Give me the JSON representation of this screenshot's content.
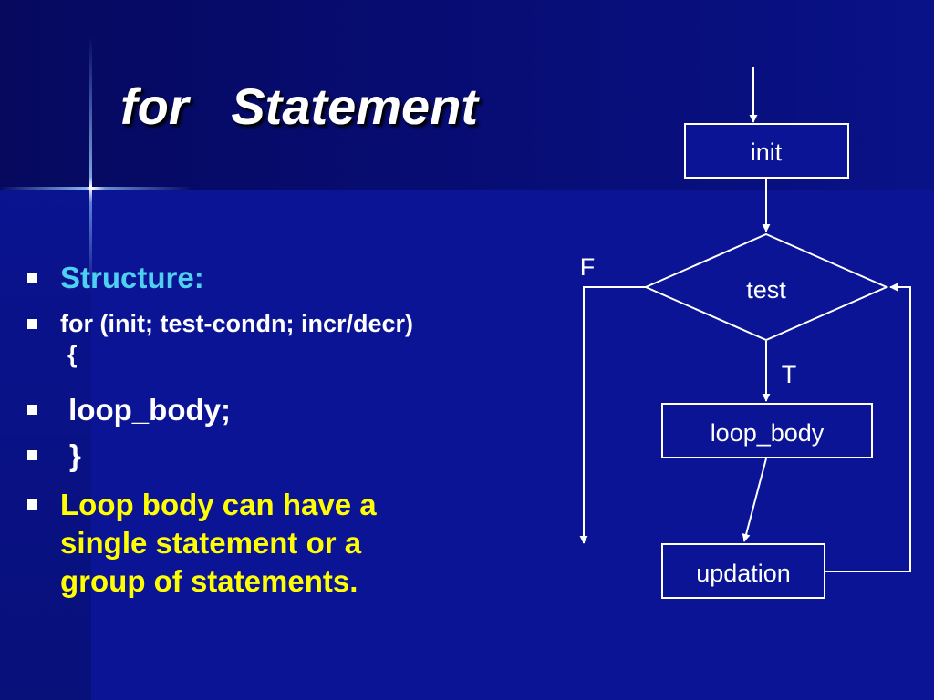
{
  "slide": {
    "title": "for   Statement",
    "bullets": [
      {
        "text": "Structure:",
        "color": "#4fd0f0"
      },
      {
        "text": "for (init; test-condn; incr/decr)",
        "color": "#ffffff"
      },
      {
        "text": "{",
        "color": "#ffffff"
      },
      {
        "text": " loop_body;",
        "color": "#ffffff"
      },
      {
        "text": "}",
        "color": "#ffffff"
      },
      {
        "text": "Loop body can have a",
        "color": "#ffff00"
      },
      {
        "text": "single statement or a",
        "color": "#ffff00"
      },
      {
        "text": "group of statements.",
        "color": "#ffff00"
      }
    ]
  },
  "flowchart": {
    "init": "init",
    "test": "test",
    "loop_body": "loop_body",
    "updation": "updation",
    "false_label": "F",
    "true_label": "T"
  },
  "colors": {
    "background": "#0a1494",
    "line": "#ffffff",
    "box_fill": "#0a1494"
  }
}
